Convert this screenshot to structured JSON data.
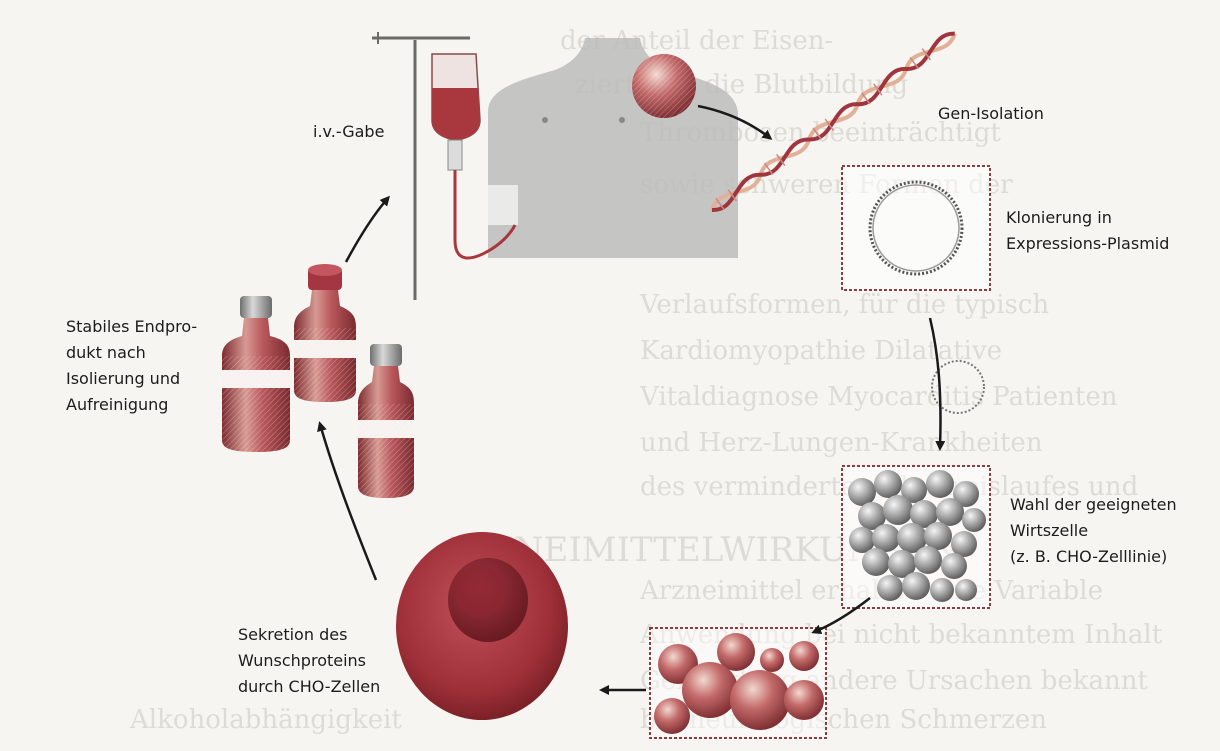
{
  "labels": {
    "iv": "i.v.-Gabe",
    "gen": "Gen-Isolation",
    "klon": [
      "Klonierung in",
      "Expressions-Plasmid"
    ],
    "wahl": [
      "Wahl der geeigneten",
      "Wirtszelle",
      "(z. B. CHO-Zelllinie)"
    ],
    "sekretion": [
      "Sekretion des",
      "Wunschproteins",
      "durch CHO-Zellen"
    ],
    "endprodukt": [
      "Stabiles Endpro-",
      "dukt nach",
      "Isolierung und",
      "Aufreinigung"
    ]
  },
  "background_text": [
    "der Anteil der Eisen-",
    "ziert sich die Blutbildung",
    "Thrombosen beeinträchtigt",
    "sowie schweren Formen der",
    "Verlaufsformen, für die typisch",
    "Kardiomyopathie Dilatative",
    "Vitaldiagnose Myocarditis Patienten",
    "und Herz-Lungen-Krankheiten",
    "des verminderten Blutkreislaufes und",
    "ARZNEIMITTELWIRKUNGEN",
    "Arzneimittel erhalten eine Variable",
    "Anwendung bei nicht bekanntem Inhalt",
    "Gefährdung andere Ursachen bekannt",
    "bei neurologischen Schmerzen",
    "Alkoholabhängigkeit"
  ],
  "colors": {
    "accent": "#a0353d",
    "dna_light": "#e2b096",
    "cell_grey": "#8f8f8f",
    "background": "#f6f5f1"
  }
}
